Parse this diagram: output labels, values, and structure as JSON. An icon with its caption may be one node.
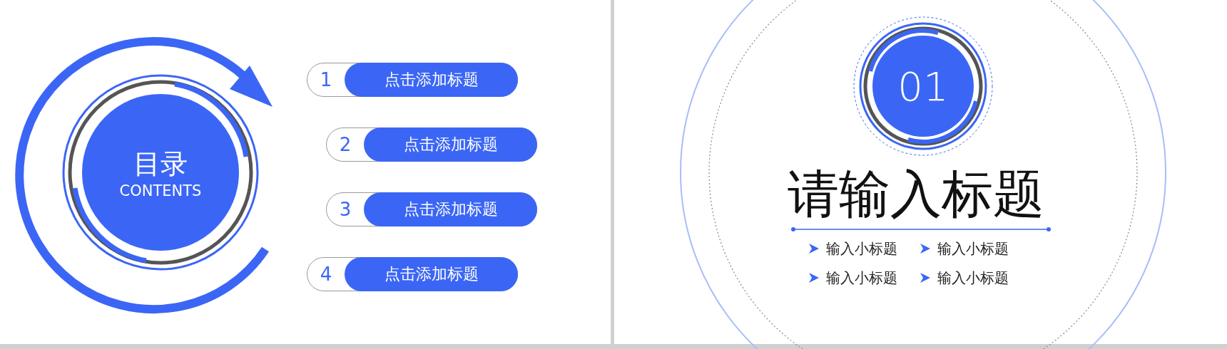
{
  "diagram": {
    "nodes": [
      {
        "text": [
          "目录",
          "CONTENTS"
        ]
      },
      {
        "text": [
          "1",
          "点击添加标题"
        ]
      },
      {
        "text": [
          "2",
          "点击添加标题"
        ]
      },
      {
        "text": [
          "3",
          "点击添加标题"
        ]
      },
      {
        "text": [
          "4",
          "点击添加标题"
        ]
      },
      {
        "text": [
          "01"
        ]
      }
    ],
    "labels": [
      "请输入标题",
      "输入小标题",
      "输入小标题",
      "输入小标题",
      "输入小标题"
    ]
  }
}
